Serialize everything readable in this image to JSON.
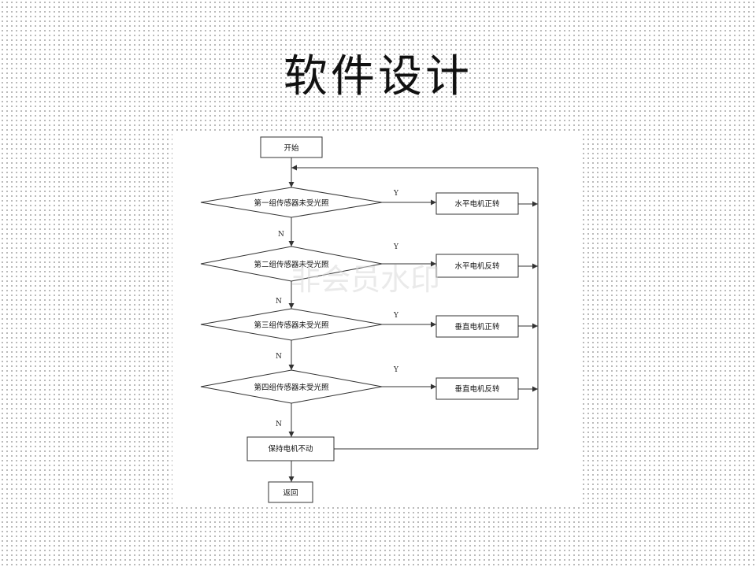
{
  "title": "软件设计",
  "flowchart": {
    "start": "开始",
    "decisions": [
      "第一组传感器未受光照",
      "第二组传感器未受光照",
      "第三组传感器未受光照",
      "第四组传感器未受光照"
    ],
    "actions": [
      "水平电机正转",
      "水平电机反转",
      "垂直电机正转",
      "垂直电机反转"
    ],
    "hold": "保持电机不动",
    "end": "返回",
    "yes_label": "Y",
    "no_label": "N"
  },
  "watermark": "非会员水印"
}
